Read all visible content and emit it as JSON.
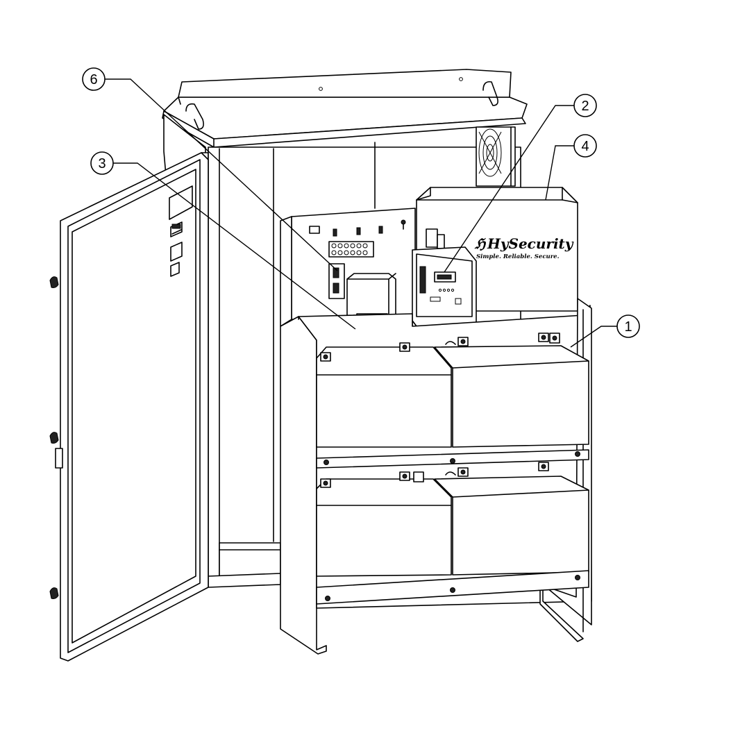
{
  "figure": {
    "brand": {
      "logo_mark": "ℌ",
      "name": "HySecurity",
      "tagline": "Simple. Reliable. Secure."
    },
    "callouts": [
      {
        "id": "1",
        "label": "1",
        "part": "battery-bank"
      },
      {
        "id": "2",
        "label": "2",
        "part": "control-board"
      },
      {
        "id": "3",
        "label": "3",
        "part": "breaker-switch"
      },
      {
        "id": "4",
        "label": "4",
        "part": "ups-housing"
      },
      {
        "id": "6",
        "label": "6",
        "part": "terminal-block"
      }
    ]
  }
}
